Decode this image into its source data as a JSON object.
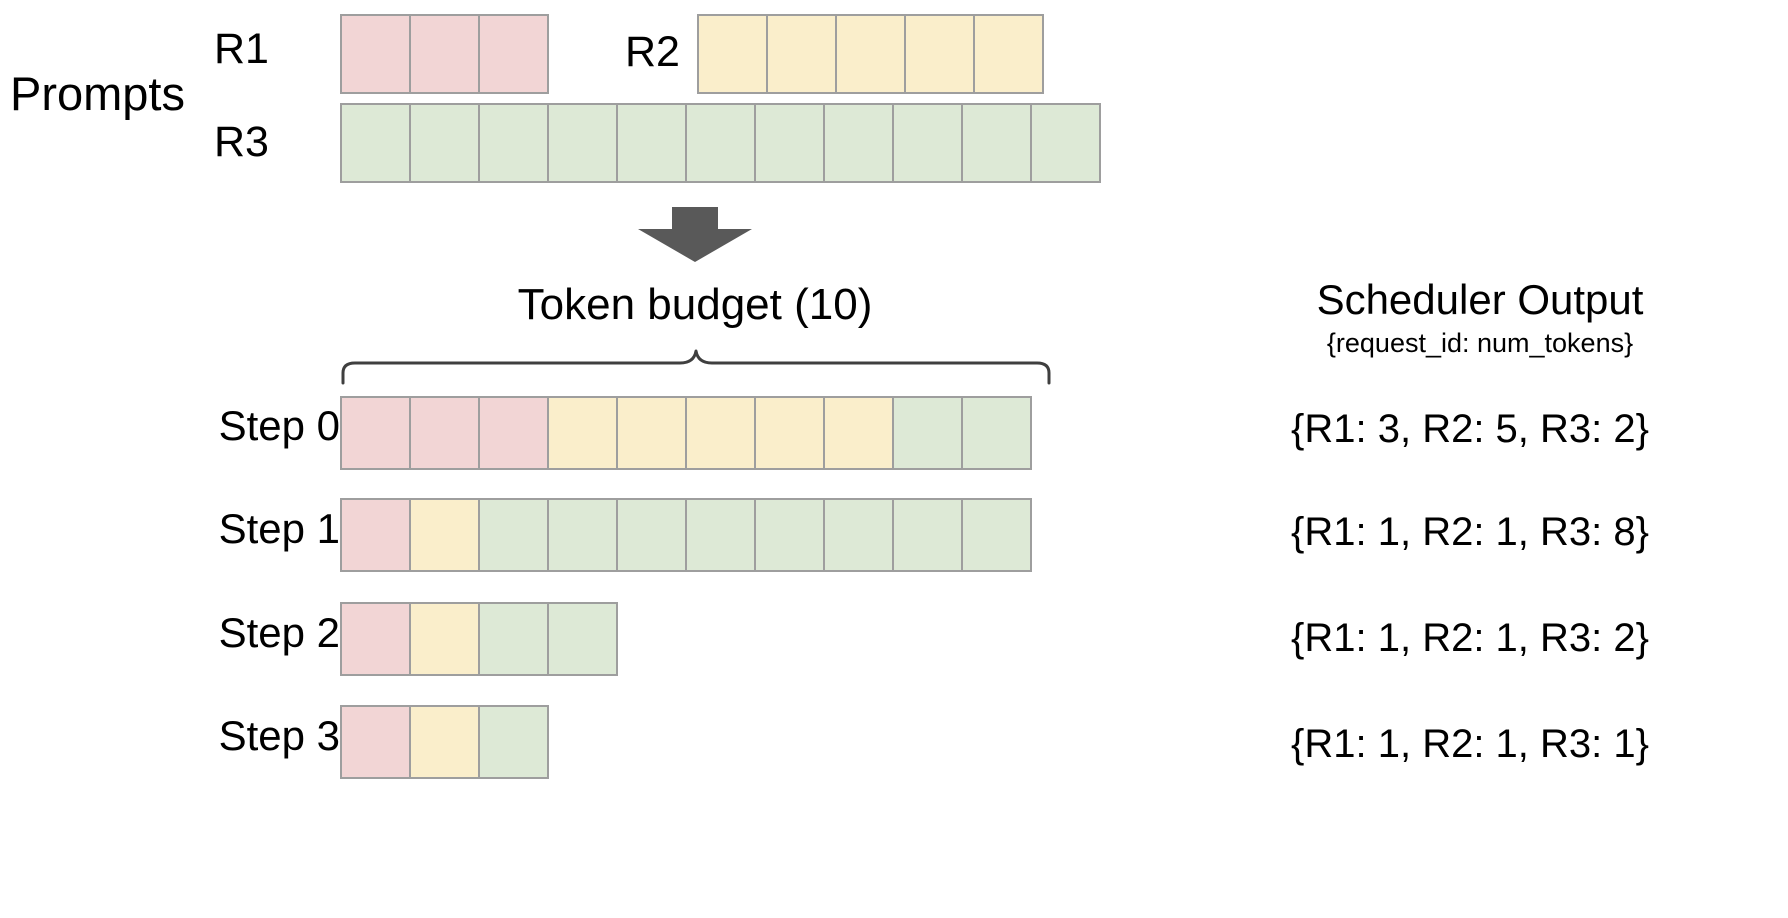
{
  "diagram": {
    "title_prompts": "Prompts",
    "token_budget_label": "Token budget (10)",
    "token_budget": 10
  },
  "prompts": {
    "label": "Prompts",
    "requests": [
      {
        "id": "R1",
        "label": "R1",
        "tokens": 3,
        "color_key": "pink",
        "color": "#f2d5d5"
      },
      {
        "id": "R2",
        "label": "R2",
        "tokens": 5,
        "color_key": "yellow",
        "color": "#faeecb"
      },
      {
        "id": "R3",
        "label": "R3",
        "tokens": 11,
        "color_key": "green",
        "color": "#dde9d6"
      }
    ]
  },
  "arrow": {
    "name": "down-arrow-icon",
    "color": "#595959"
  },
  "steps": [
    {
      "label": "Step 0",
      "segments": [
        {
          "id": "R1",
          "count": 3,
          "color_key": "pink"
        },
        {
          "id": "R2",
          "count": 5,
          "color_key": "yellow"
        },
        {
          "id": "R3",
          "count": 2,
          "color_key": "green"
        }
      ],
      "output": "{R1: 3, R2: 5, R3: 2}"
    },
    {
      "label": "Step 1",
      "segments": [
        {
          "id": "R1",
          "count": 1,
          "color_key": "pink"
        },
        {
          "id": "R2",
          "count": 1,
          "color_key": "yellow"
        },
        {
          "id": "R3",
          "count": 8,
          "color_key": "green"
        }
      ],
      "output": "{R1: 1, R2: 1, R3: 8}"
    },
    {
      "label": "Step 2",
      "segments": [
        {
          "id": "R1",
          "count": 1,
          "color_key": "pink"
        },
        {
          "id": "R2",
          "count": 1,
          "color_key": "yellow"
        },
        {
          "id": "R3",
          "count": 2,
          "color_key": "green"
        }
      ],
      "output": "{R1: 1, R2: 1, R3: 2}"
    },
    {
      "label": "Step 3",
      "segments": [
        {
          "id": "R1",
          "count": 1,
          "color_key": "pink"
        },
        {
          "id": "R2",
          "count": 1,
          "color_key": "yellow"
        },
        {
          "id": "R3",
          "count": 1,
          "color_key": "green"
        }
      ],
      "output": "{R1: 1, R2: 1, R3: 1}"
    }
  ],
  "scheduler_output": {
    "title": "Scheduler Output",
    "subtitle": "{request_id: num_tokens}",
    "rows": [
      "{R1: 3, R2: 5, R3: 2}",
      "{R1: 1, R2: 1, R3: 8}",
      "{R1: 1, R2: 1, R3: 2}",
      "{R1: 1, R2: 1, R3: 1}"
    ]
  },
  "colors": {
    "pink": "#f2d5d5",
    "yellow": "#faeecb",
    "green": "#dde9d6",
    "cell_border": "#9e9e9e",
    "arrow": "#595959",
    "brace": "#3f3f3f",
    "text": "#000000",
    "background": "#ffffff"
  }
}
